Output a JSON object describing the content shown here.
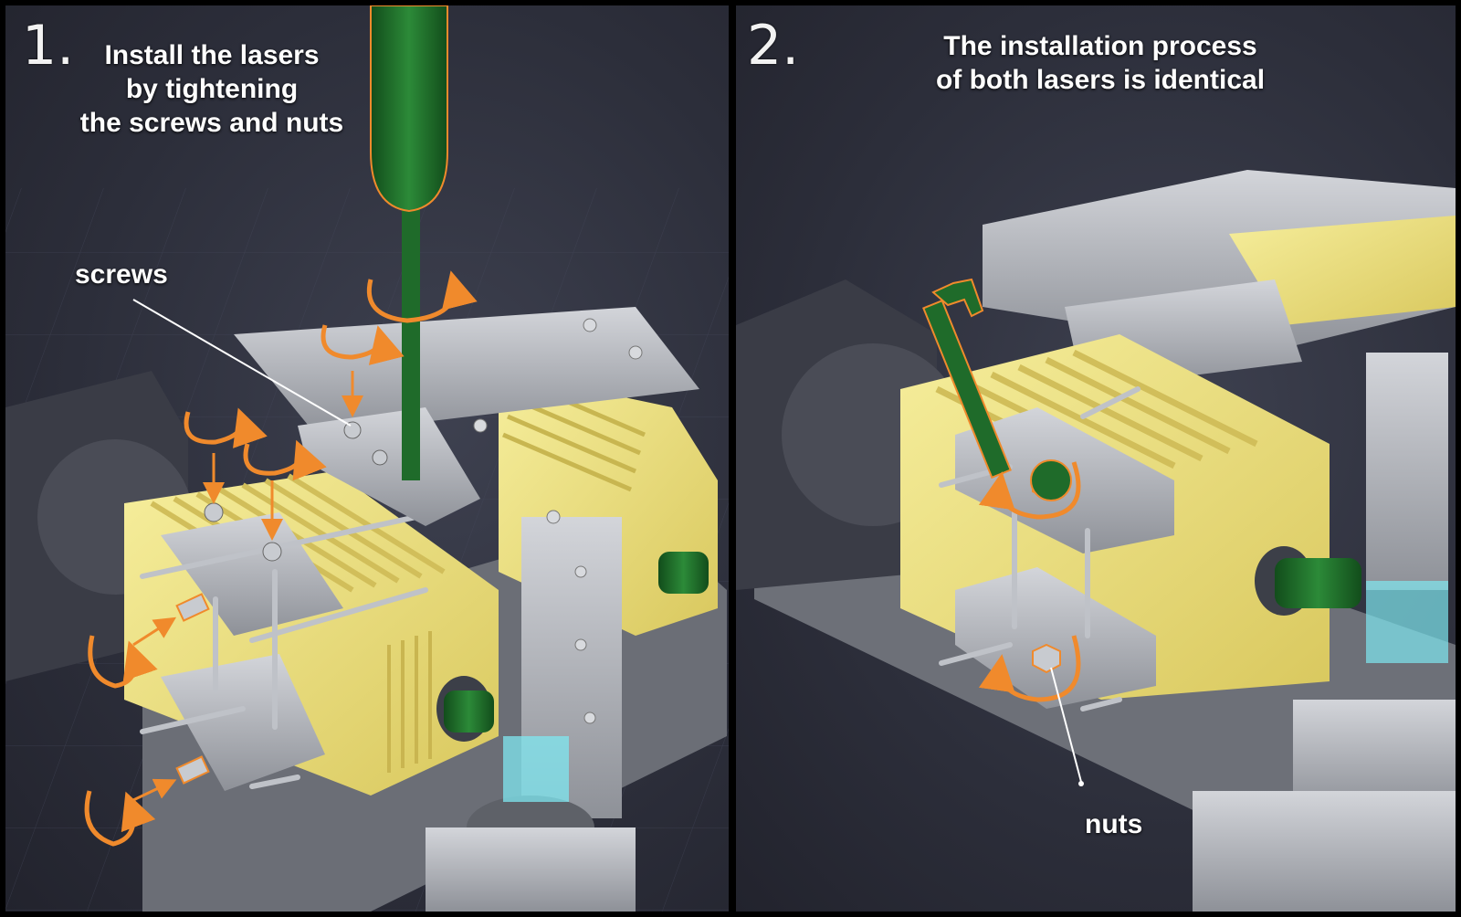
{
  "panels": [
    {
      "number": "1.",
      "caption": "Install the lasers\nby tightening\nthe screws and nuts",
      "callout": "screws"
    },
    {
      "number": "2.",
      "caption": "The installation process\nof both lasers is identical",
      "callout": "nuts"
    }
  ],
  "colors": {
    "background": "#2c2e3a",
    "heatsink": "#f0e38a",
    "aluminum": "#b9bcc2",
    "tool_green": "#1f6b2a",
    "arrow_orange": "#f08a2c",
    "beam_cyan": "#7fe7f0"
  }
}
